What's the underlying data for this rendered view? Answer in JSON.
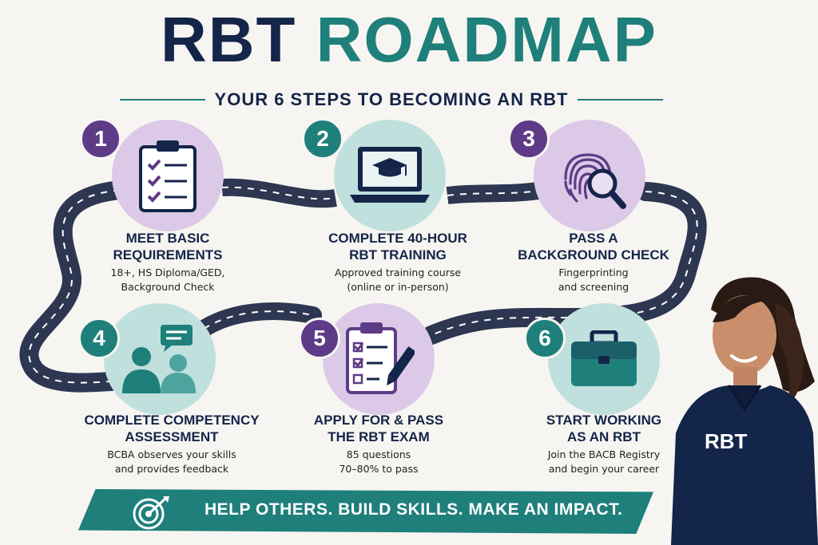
{
  "header": {
    "title_part1": "RBT",
    "title_part2": "ROADMAP",
    "subtitle": "YOUR 6 STEPS TO BECOMING AN RBT"
  },
  "steps": [
    {
      "number": "1",
      "title_line1": "MEET BASIC",
      "title_line2": "REQUIREMENTS",
      "desc_line1": "18+, HS Diploma/GED,",
      "desc_line2": "Background Check",
      "icon": "clipboard-checklist-icon"
    },
    {
      "number": "2",
      "title_line1": "COMPLETE 40-HOUR",
      "title_line2": "RBT TRAINING",
      "desc_line1": "Approved training course",
      "desc_line2": "(online or in-person)",
      "icon": "laptop-graduation-cap-icon"
    },
    {
      "number": "3",
      "title_line1": "PASS A",
      "title_line2": "BACKGROUND CHECK",
      "desc_line1": "Fingerprinting",
      "desc_line2": "and screening",
      "icon": "fingerprint-magnifier-icon"
    },
    {
      "number": "4",
      "title_line1": "COMPLETE COMPETENCY",
      "title_line2": "ASSESSMENT",
      "desc_line1": "BCBA observes your skills",
      "desc_line2": "and provides feedback",
      "icon": "two-people-chat-icon"
    },
    {
      "number": "5",
      "title_line1": "APPLY FOR & PASS",
      "title_line2": "THE RBT EXAM",
      "desc_line1": "85 questions",
      "desc_line2": "70–80% to pass",
      "icon": "checklist-pencil-icon"
    },
    {
      "number": "6",
      "title_line1": "START WORKING",
      "title_line2": "AS AN RBT",
      "desc_line1": "Join the BACB Registry",
      "desc_line2": "and begin your career",
      "icon": "briefcase-icon"
    }
  ],
  "banner": {
    "text": "HELP OTHERS. BUILD SKILLS. MAKE AN IMPACT.",
    "icon": "target-arrow-icon"
  },
  "person": {
    "shirt_text": "RBT"
  },
  "colors": {
    "navy": "#14254a",
    "teal": "#1f7f7b",
    "purple": "#5e3b87",
    "lavender": "#dcc9e8",
    "light_teal": "#bfe0dd",
    "road": "#2d3752",
    "background": "#f7f5f1"
  }
}
